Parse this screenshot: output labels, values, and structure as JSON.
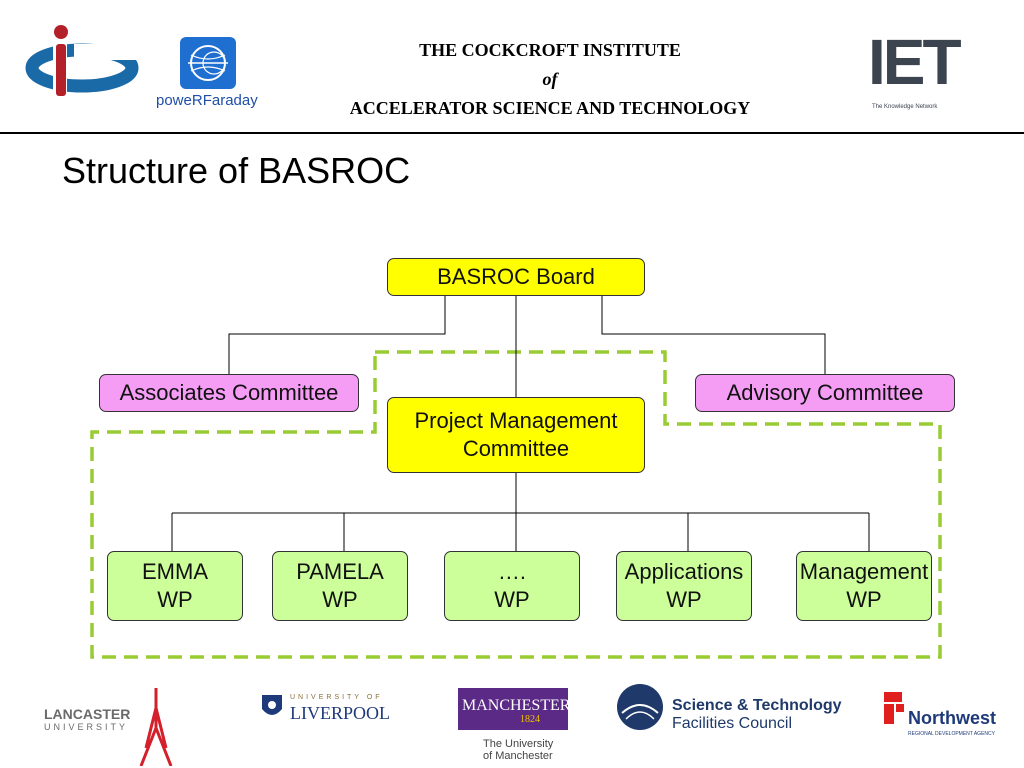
{
  "header": {
    "line1": "THE COCKCROFT INSTITUTE",
    "line2": "of",
    "line3": "ACCELERATOR SCIENCE AND TECHNOLOGY"
  },
  "slide_title": "Structure of BASROC",
  "diagram": {
    "board": "BASROC Board",
    "associates": "Associates Committee",
    "advisory": "Advisory Committee",
    "pmc": "Project Management\nCommittee",
    "work_packages": [
      "EMMA\nWP",
      "PAMELA\nWP",
      "….\nWP",
      "Applications\nWP",
      "Management\nWP"
    ]
  },
  "colors": {
    "board": "#ffff00",
    "committee": "#f59cf5",
    "work_package": "#ccff99",
    "dashed_border": "#99cc33"
  },
  "logos": {
    "poweRFaraday": "poweRFaraday",
    "iet": "IET",
    "iet_tagline": "The Knowledge Network",
    "lancaster": "LANCASTER",
    "lancaster_sub": "UNIVERSITY",
    "liverpool_top": "UNIVERSITY OF",
    "liverpool": "LIVERPOOL",
    "manchester": "MANCHESTER",
    "manchester_year": "1824",
    "manchester_sub1": "The University",
    "manchester_sub2": "of Manchester",
    "stfc1": "Science & Technology",
    "stfc2": "Facilities Council",
    "northwest": "Northwest",
    "northwest_sub": "REGIONAL DEVELOPMENT AGENCY"
  }
}
